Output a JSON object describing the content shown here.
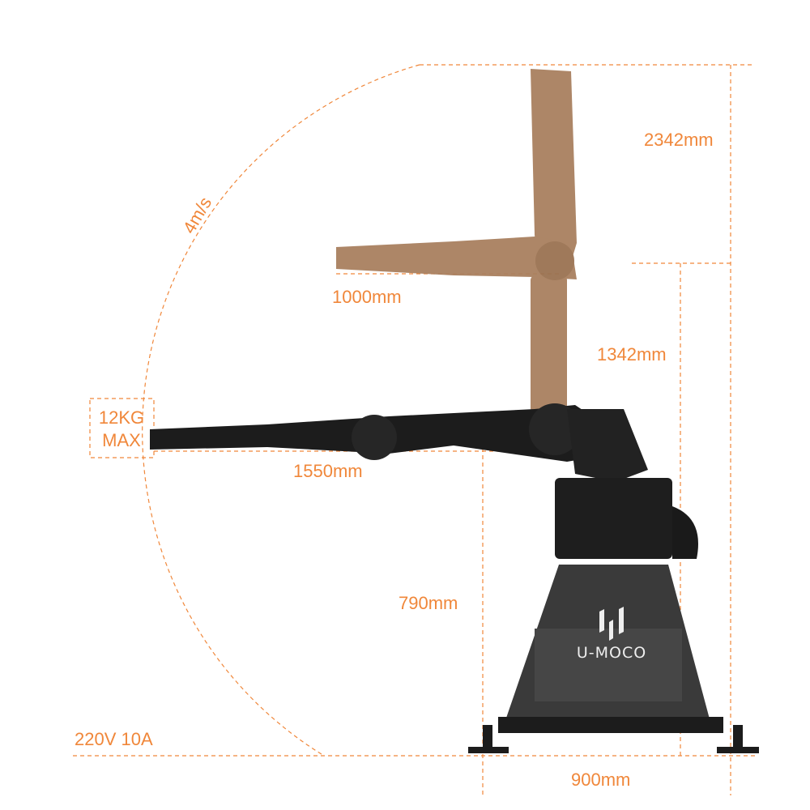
{
  "colors": {
    "dimension": "#f0873a",
    "arm_raised": "#a9805f",
    "arm_main": "#1c1c1c",
    "pedestal": "#3a3a3a"
  },
  "brand": {
    "logo_text": "U-MOCO"
  },
  "dimensions": {
    "max_height": "2342mm",
    "raised_reach": "1000mm",
    "upper_height": "1342mm",
    "reach": "1550mm",
    "pedestal_height": "790mm",
    "base_width": "900mm",
    "speed": "4m/s",
    "power": "220V 10A",
    "payload_line1": "12KG",
    "payload_line2": "MAX"
  }
}
